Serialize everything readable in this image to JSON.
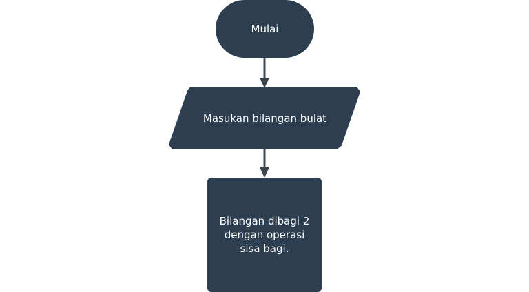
{
  "diagram": {
    "type": "flowchart",
    "colors": {
      "node_fill": "#2c3e50",
      "node_text": "#ffffff",
      "connector": "#3d4650",
      "background": "#ffffff"
    },
    "nodes": [
      {
        "id": "start",
        "shape": "terminator",
        "label": "Mulai"
      },
      {
        "id": "input",
        "shape": "parallelogram",
        "label": "Masukan bilangan bulat"
      },
      {
        "id": "process",
        "shape": "rectangle",
        "label": "Bilangan dibagi 2\ndengan operasi\nsisa bagi."
      }
    ],
    "edges": [
      {
        "from": "start",
        "to": "input"
      },
      {
        "from": "input",
        "to": "process"
      }
    ]
  }
}
